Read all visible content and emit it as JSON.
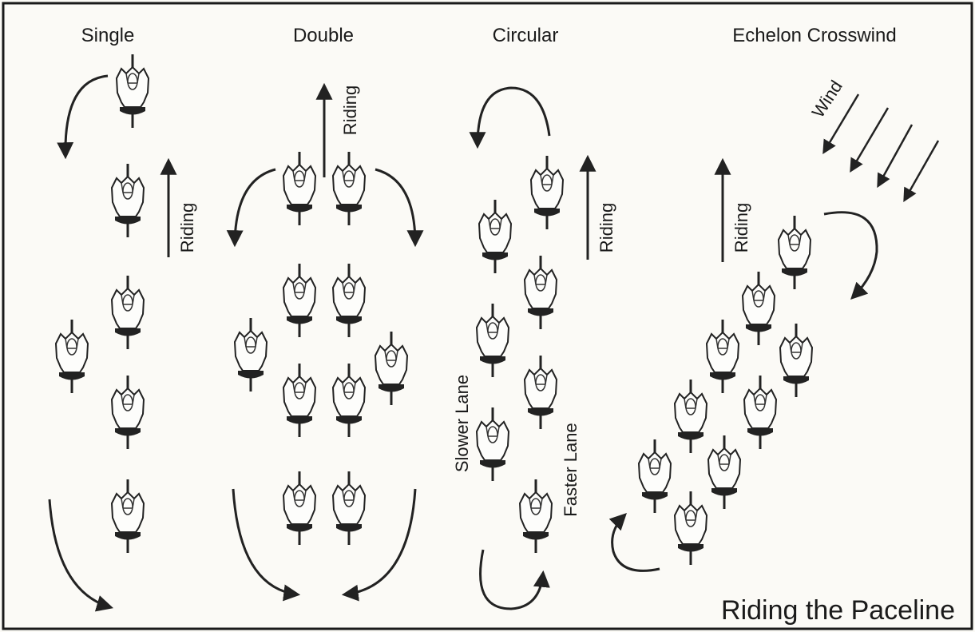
{
  "title": "Riding the Paceline",
  "panels": [
    {
      "label": "Single"
    },
    {
      "label": "Double"
    },
    {
      "label": "Circular"
    },
    {
      "label": "Echelon Crosswind"
    }
  ],
  "labels": {
    "riding": "Riding",
    "wind": "Wind",
    "slower_lane": "Slower Lane",
    "faster_lane": "Faster Lane"
  }
}
